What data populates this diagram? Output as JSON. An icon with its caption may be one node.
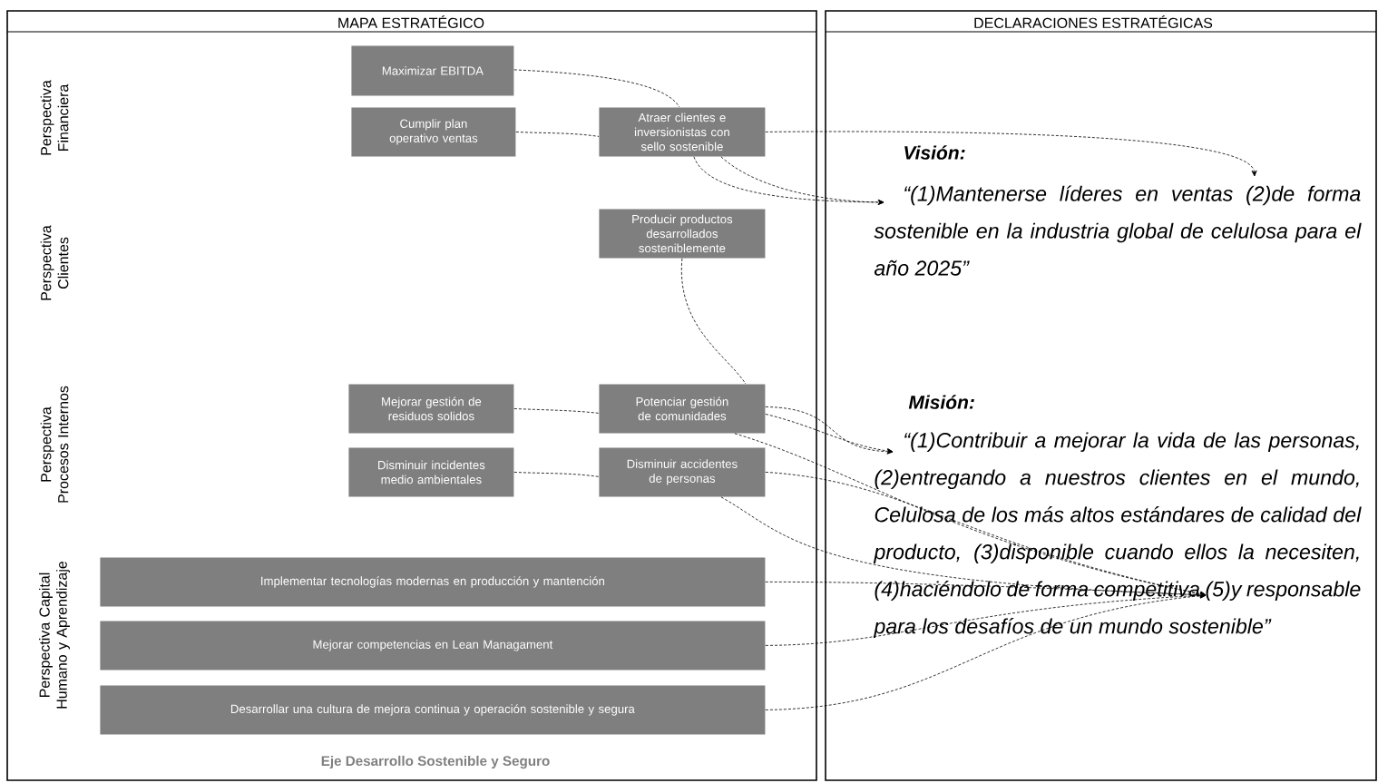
{
  "diagram": {
    "nodes": [
      {
        "text": [
          "Maximizar  EBITDA"
        ]
      },
      {
        "text": [
          "Cumplir plan operativo ventas"
        ]
      },
      {
        "text": [
          "Atraer clientes e inversionistas con sello sostenible"
        ]
      },
      {
        "text": [
          "Producir productos desarrollados sosteniblemente"
        ]
      },
      {
        "text": [
          "Mejorar gestión de residuos solidos"
        ]
      },
      {
        "text": [
          "Potenciar gestión de comunidades"
        ]
      },
      {
        "text": [
          "Disminuir incidentes medio ambientales"
        ]
      },
      {
        "text": [
          "Disminuir accidentes de personas"
        ]
      },
      {
        "text": [
          "Implementar tecnologías modernas en producción y mantención"
        ]
      },
      {
        "text": [
          "Mejorar competencias en Lean Managament"
        ]
      },
      {
        "text": [
          "Desarrollar una cultura de mejora continua y operación sostenible y segura"
        ]
      },
      {
        "text": [
          "“(1)Mantenerse líderes en ventas (2)de forma sostenible en la industria global de celulosa para el año 2025”"
        ]
      },
      {
        "text": [
          "“(1)Contribuir a mejorar la vida de las personas, (2)entregando a nuestros clientes en el mundo, Celulosa de los más altos estándares de calidad del producto, (3)disponible cuando ellos la necesiten, (4)haciéndolo de forma competitiva (5)y responsable para los desafíos de un mundo sostenible”"
        ]
      }
    ],
    "edges": [
      {
        "from": 0,
        "to": 2,
        "arrow": "none",
        "style": "dashed"
      },
      {
        "from": 1,
        "to": 2,
        "arrow": "none",
        "style": "dashed"
      },
      {
        "from": 2,
        "to": 11,
        "arrow": "to",
        "style": "dashed"
      },
      {
        "from": 2,
        "to": 11,
        "arrow": "to",
        "style": "dashed"
      },
      {
        "from": 2,
        "to": 11,
        "arrow": "to",
        "style": "dashed"
      },
      {
        "from": 3,
        "to": 5,
        "arrow": "none",
        "style": "dashed"
      },
      {
        "from": 4,
        "to": 5,
        "arrow": "none",
        "style": "dashed"
      },
      {
        "from": 6,
        "to": 7,
        "arrow": "none",
        "style": "dashed"
      },
      {
        "from": 5,
        "to": 12,
        "arrow": "to",
        "style": "dashed"
      },
      {
        "from": 5,
        "to": 12,
        "arrow": "to",
        "style": "dashed"
      },
      {
        "from": 5,
        "to": 12,
        "arrow": "to",
        "style": "dashed"
      },
      {
        "from": 7,
        "to": 12,
        "arrow": "to",
        "style": "dashed"
      },
      {
        "from": 7,
        "to": 12,
        "arrow": "to",
        "style": "dashed"
      },
      {
        "from": 8,
        "to": 12,
        "arrow": "to",
        "style": "dashed"
      },
      {
        "from": 9,
        "to": 12,
        "arrow": "to",
        "style": "dashed"
      },
      {
        "from": 10,
        "to": 12,
        "arrow": "to",
        "style": "dashed"
      }
    ],
    "labels": [
      "MAPA ESTRATÉGICO",
      "DECLARACIONES ESTRATÉGICAS",
      "Perspectiva Financiera",
      "Visión:",
      "Perspectiva Clientes",
      "Perspectiva Procesos Internos",
      "Misión:",
      "Perspectiva Capital Humano y Aprendizaje",
      "Eje Desarrollo Sostenible y Seguro"
    ]
  }
}
